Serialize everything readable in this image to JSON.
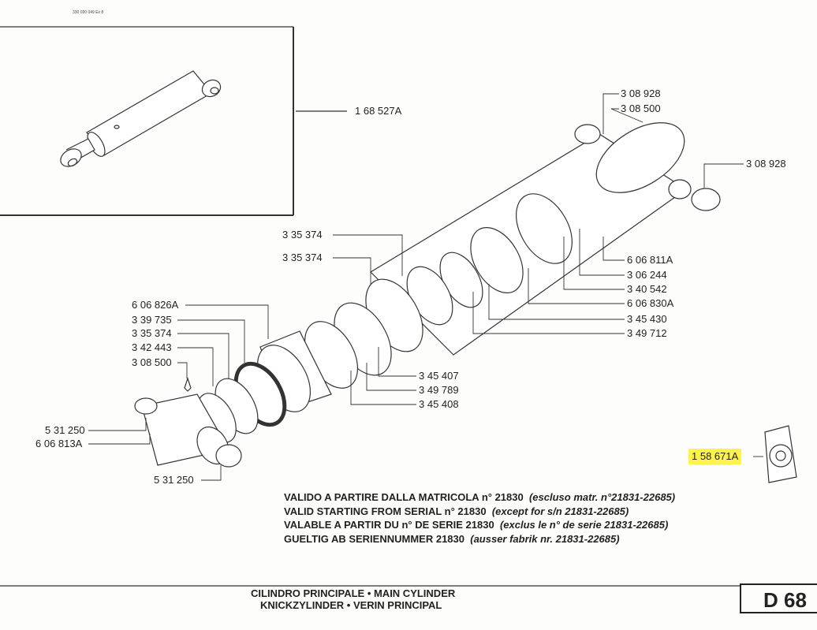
{
  "doc_code": "330 020 049 Ex 8",
  "inset_part": "1 68 527A",
  "labels": {
    "top_right_1": "3 08 928",
    "top_right_2": "3 08 500",
    "right_pin": "3 08 928",
    "mid_1": "3 35 374",
    "mid_2": "3 35 374",
    "right_1": "6 06 811A",
    "right_2": "3 06 244",
    "right_3": "3 40 542",
    "right_4": "6 06 830A",
    "right_5": "3 45 430",
    "right_6": "3 49 712",
    "left_1": "6 06 826A",
    "left_2": "3 39 735",
    "left_3": "3 35 374",
    "left_4": "3 42 443",
    "left_5": "3 08 500",
    "center_1": "3 45 407",
    "center_2": "3 49 789",
    "center_3": "3 45 408",
    "rod_1": "5 31 250",
    "rod_2": "6 06 813A",
    "rod_3": "5 31 250"
  },
  "seal_kit": "1 58 671A",
  "notes": [
    {
      "text": "VALIDO A PARTIRE DALLA MATRICOLA n° 21830",
      "exception": "(escluso matr. n°21831-22685)"
    },
    {
      "text": "VALID STARTING FROM SERIAL n° 21830",
      "exception": "(except for s/n 21831-22685)"
    },
    {
      "text": "VALABLE A PARTIR DU n° DE SERIE 21830",
      "exception": "(exclus le n° de serie 21831-22685)"
    },
    {
      "text": "GUELTIG AB SERIENNUMMER 21830",
      "exception": "(ausser fabrik nr. 21831-22685)"
    }
  ],
  "title_line1": "CILINDRO PRINCIPALE • MAIN CYLINDER",
  "title_line2": "KNICKZYLINDER • VERIN PRINCIPAL",
  "page": "D 68",
  "colors": {
    "highlight": "#fff24a",
    "ink": "#222222"
  }
}
